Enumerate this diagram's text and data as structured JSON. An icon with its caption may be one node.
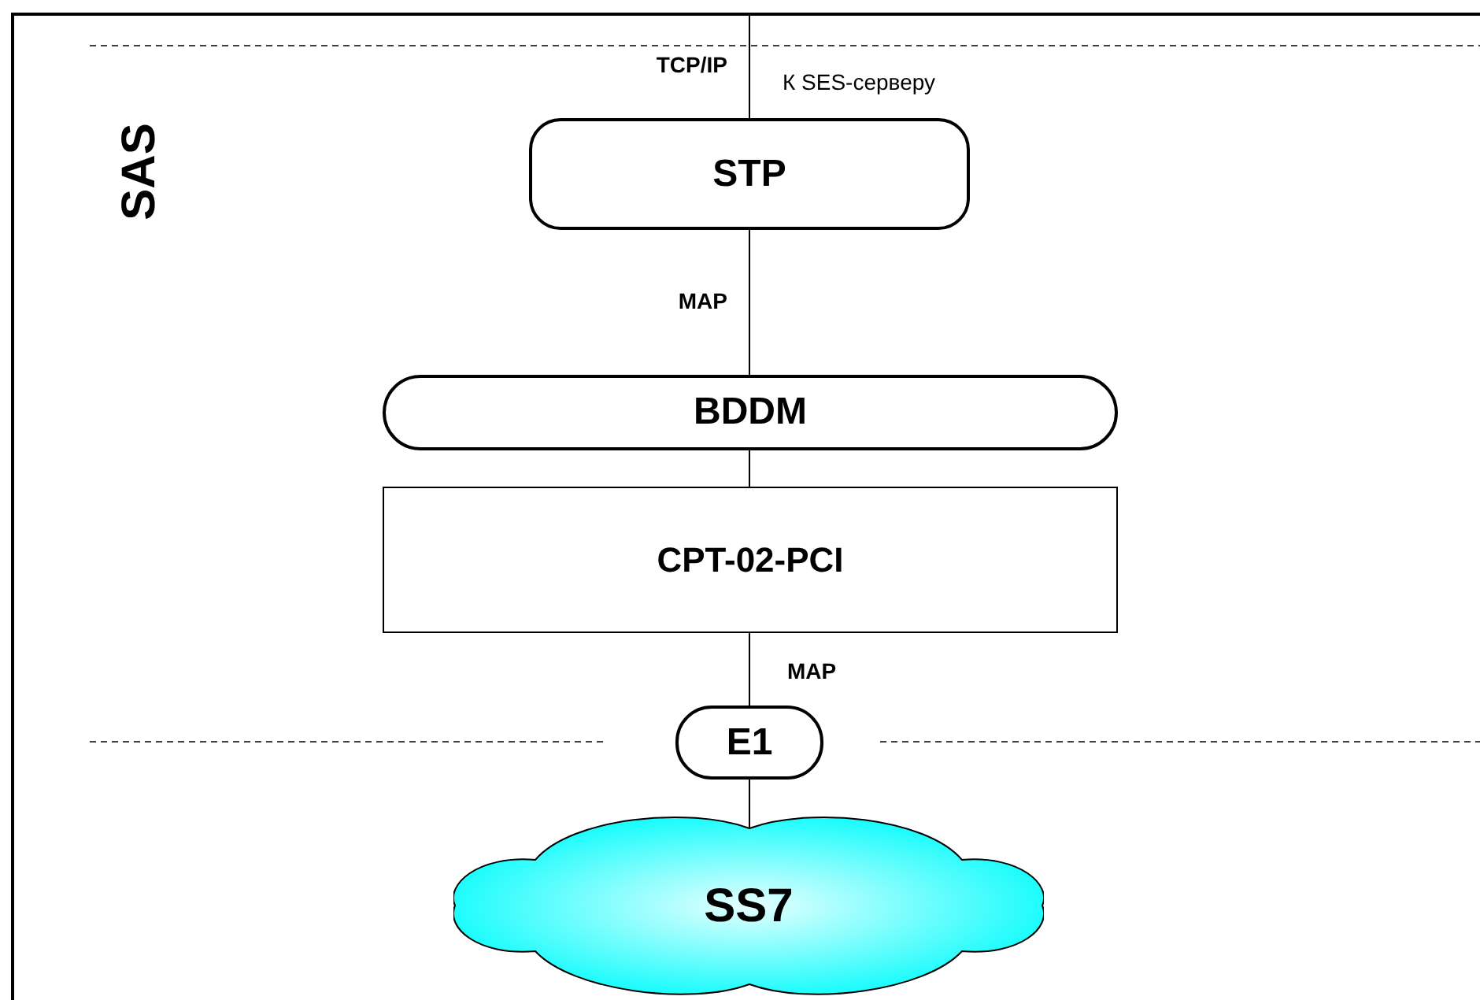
{
  "diagram": {
    "nodes": [
      {
        "text": [
          "STP"
        ]
      },
      {
        "text": [
          "BDDM"
        ]
      },
      {
        "text": [
          "CPT-02-PCI"
        ]
      },
      {
        "text": [
          "E1"
        ]
      },
      {
        "text": [
          "SS7"
        ]
      }
    ],
    "edges": [
      {
        "from": null,
        "to": 0,
        "arrow": "none",
        "label": "TCP/IP"
      },
      {
        "from": 0,
        "to": 1,
        "arrow": "none",
        "label": "MAP"
      },
      {
        "from": 1,
        "to": 2,
        "arrow": "none"
      },
      {
        "from": 2,
        "to": 3,
        "arrow": "none",
        "label": "MAP"
      },
      {
        "from": 3,
        "to": 4,
        "arrow": "none"
      }
    ],
    "labels": [
      "К SES-серверу",
      "SAS"
    ]
  }
}
